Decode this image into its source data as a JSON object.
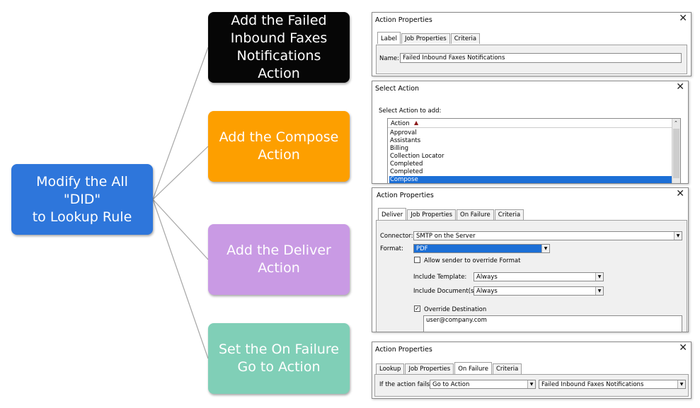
{
  "diagram": {
    "root": "Modify the All \"DID\"\nto Lookup Rule",
    "steps": [
      "Add the Failed\nInbound Faxes\nNotifications Action",
      "Add the Compose\nAction",
      "Add the Deliver\nAction",
      "Set the On Failure\nGo to Action"
    ]
  },
  "dialog1": {
    "title": "Action Properties",
    "close": "✕",
    "tabs": [
      "Label",
      "Job Properties",
      "Criteria"
    ],
    "name_label": "Name:",
    "name_value": "Failed Inbound Faxes Notifications"
  },
  "dialog2": {
    "title": "Select Action",
    "close": "✕",
    "prompt": "Select Action to add:",
    "column_header": "Action",
    "sort_icon": "▲",
    "items": [
      "Approval",
      "Assistants",
      "Billing",
      "Collection Locator",
      "Completed",
      "Completed",
      "Compose"
    ],
    "selected_index": 6
  },
  "dialog3": {
    "title": "Action Properties",
    "close": "✕",
    "tabs": [
      "Deliver",
      "Job Properties",
      "On Failure",
      "Criteria"
    ],
    "connector_label": "Connector:",
    "connector_value": "SMTP on the Server",
    "format_label": "Format:",
    "format_value": "PDF",
    "allow_override_label": "Allow sender to override Format",
    "allow_override_checked": false,
    "include_template_label": "Include Template:",
    "include_template_value": "Always",
    "include_documents_label": "Include Document(s):",
    "include_documents_value": "Always",
    "override_destination_label": "Override Destination",
    "override_destination_checked": true,
    "destination_value": "user@company.com"
  },
  "dialog4": {
    "title": "Action Properties",
    "close": "✕",
    "tabs": [
      "Lookup",
      "Job Properties",
      "On Failure",
      "Criteria"
    ],
    "fails_label": "If the action fails :",
    "fails_value": "Go to Action",
    "target_value": "Failed Inbound Faxes Notifications"
  },
  "colors": {
    "root": "#2e76db",
    "step1": "#060606",
    "step2": "#fd9f00",
    "step3": "#c99ae4",
    "step4": "#80cfb7",
    "selection": "#1c6fd6"
  }
}
